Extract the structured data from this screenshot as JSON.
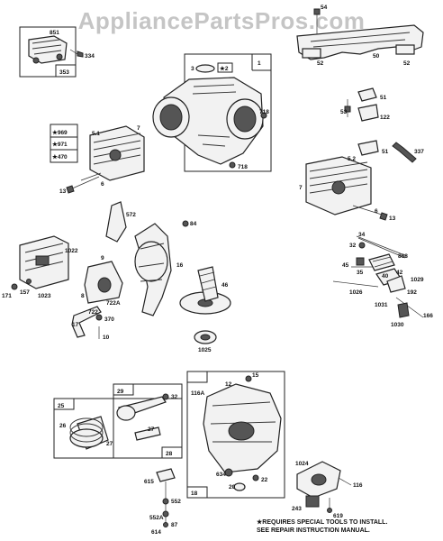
{
  "watermark": "AppliancePartsPros.com",
  "note_lines": [
    "★REQUIRES SPECIAL TOOLS TO INSTALL.",
    "SEE REPAIR INSTRUCTION MANUAL."
  ],
  "labels": {
    "l851": "851",
    "l334": "334",
    "l353": "353",
    "l54": "54",
    "l52a": "52",
    "l50": "50",
    "l52b": "52",
    "l3": "3",
    "l2": "★2",
    "l1": "1",
    "l718a": "718",
    "l718b": "718",
    "l7a": "7",
    "l969": "★969",
    "l971": "★971",
    "l470": "★470",
    "l51a": "5.1",
    "l13a": "13",
    "l6a": "6",
    "l51b": "51",
    "l53": "53",
    "l122": "122",
    "l51c": "51",
    "l337": "337",
    "l52c": "5.2",
    "l7b": "7",
    "l6b": "6",
    "l13b": "13",
    "l572": "572",
    "l84": "84",
    "l16": "16",
    "l1022": "1022",
    "l171": "171",
    "l157": "157",
    "l1023": "1023",
    "l9": "9",
    "l8": "8",
    "l722a": "722A",
    "l722": "722",
    "l370": "370",
    "l17": "17",
    "l10": "10",
    "l46": "46",
    "l1025a": "1025",
    "l34": "34",
    "l32a": "32",
    "l868": "868",
    "l45": "45",
    "l35": "35",
    "l40": "40",
    "l42": "42",
    "l1029": "1029",
    "l192": "192",
    "l1026": "1026",
    "l1031": "1031",
    "l166": "166",
    "l1030": "1030",
    "l25": "25",
    "l26": "26",
    "l29": "29",
    "l32b": "32",
    "l27a": "27",
    "l27b": "27",
    "l28": "28",
    "l15": "15",
    "l116a": "116A",
    "l12": "12",
    "l634": "634",
    "l22": "22",
    "l20": "20",
    "l18": "18",
    "l615": "615",
    "l552": "552",
    "l552a": "552A",
    "l87": "87",
    "l614": "614",
    "l1024": "1024",
    "l116": "116",
    "l243": "243",
    "l619": "619"
  }
}
